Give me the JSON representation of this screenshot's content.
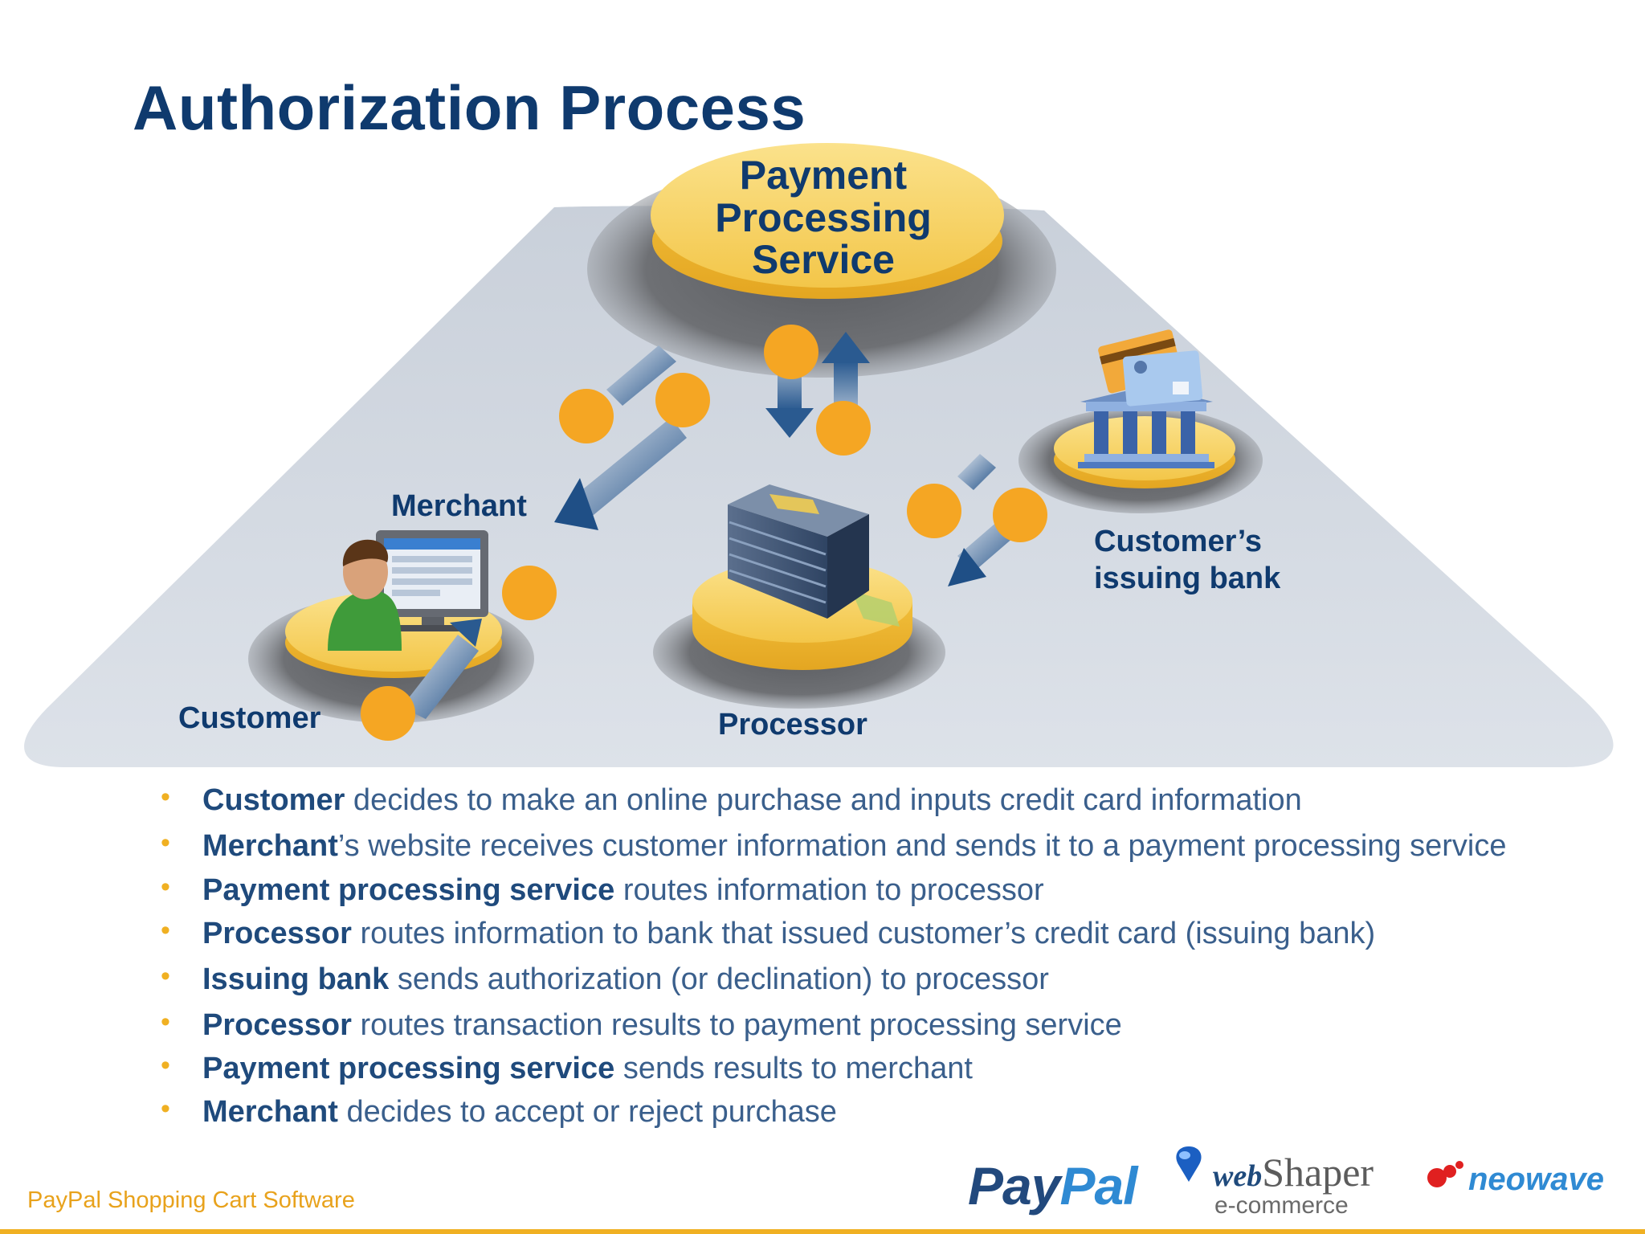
{
  "title": "Authorization Process",
  "diagram": {
    "payment_processing_service": "Payment Processing Service",
    "merchant": "Merchant",
    "customer": "Customer",
    "processor": "Processor",
    "issuing_bank": "Customer’s issuing bank"
  },
  "bullets": [
    {
      "bold": "Customer",
      "rest": " decides to make an online purchase and inputs credit card information"
    },
    {
      "bold": "Merchant",
      "rest": "’s website receives customer information and sends it to a payment processing service"
    },
    {
      "bold": "Payment processing service",
      "rest": " routes information to processor"
    },
    {
      "bold": "Processor",
      "rest": " routes information to bank that issued customer’s credit card (issuing bank)"
    },
    {
      "bold": "Issuing bank",
      "rest": " sends authorization (or declination) to processor"
    },
    {
      "bold": "Processor",
      "rest": " routes transaction results to payment processing service"
    },
    {
      "bold": "Payment processing service",
      "rest": " sends results to merchant"
    },
    {
      "bold": "Merchant",
      "rest": " decides to accept or reject purchase"
    }
  ],
  "footer": {
    "text": "PayPal Shopping Cart Software",
    "logos": {
      "paypal_pay": "Pay",
      "paypal_pal": "Pal",
      "webshaper_web": "web",
      "webshaper_shaper": "Shaper",
      "webshaper_sub": "e-commerce",
      "neowave": "neowave"
    }
  },
  "colors": {
    "title": "#0f3a6e",
    "accent_orange": "#f5a623",
    "platform": "#d9dee6",
    "disc_gold": "#f6c94e"
  }
}
